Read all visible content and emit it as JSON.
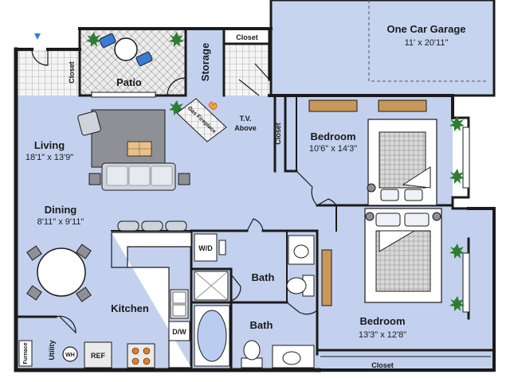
{
  "rooms": {
    "garage": {
      "name": "One Car Garage",
      "dims": "11' x 20'11\""
    },
    "bedroom1": {
      "name": "Bedroom",
      "dims": "10'6\" x 14'3\""
    },
    "living": {
      "name": "Living",
      "dims": "18'1\" x 13'9\""
    },
    "dining": {
      "name": "Dining",
      "dims": "8'11\" x 9'11\""
    },
    "kitchen": {
      "name": "Kitchen"
    },
    "bath1": {
      "name": "Bath"
    },
    "bath2": {
      "name": "Bath"
    },
    "bedroom2": {
      "name": "Bedroom",
      "dims": "13'3\" x 12'8\""
    },
    "patio": {
      "name": "Patio"
    },
    "storage": {
      "name": "Storage"
    }
  },
  "labels": {
    "closet_entry": "Closet",
    "closet_top": "Closet",
    "closet_bed1": "Closet",
    "closet_bed2": "Closet",
    "tv_line1": "T.V.",
    "tv_line2": "Above",
    "fireplace": "Gas Fireplace",
    "washer_dryer": "W/D",
    "dishwasher": "D/W",
    "fridge": "REF",
    "water_heater": "WH",
    "utility": "Utility",
    "furnace": "Furnace"
  },
  "colors": {
    "floor": "#c3d1ee",
    "wall": "#1b1b1b",
    "patio_tile": "#e8e8e8",
    "garage_floor": "#c7d4ef"
  }
}
